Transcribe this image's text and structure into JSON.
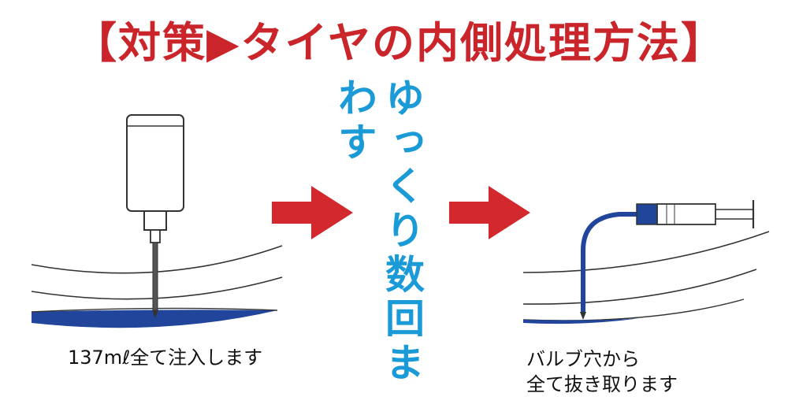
{
  "title": "【対策▶タイヤの内側処理方法】",
  "center_text": "ゆっくり数回まわす",
  "left_caption": "137mℓ全て注入します",
  "right_caption_line1": "バルブ穴から",
  "right_caption_line2": "全て抜き取ります",
  "colors": {
    "title": "#c9252b",
    "center_text": "#1a9ad6",
    "arrow": "#d2282e",
    "sealant": "#21459a",
    "line": "#333333"
  },
  "icons": [
    "bottle-icon",
    "syringe-icon",
    "right-arrow-icon"
  ]
}
